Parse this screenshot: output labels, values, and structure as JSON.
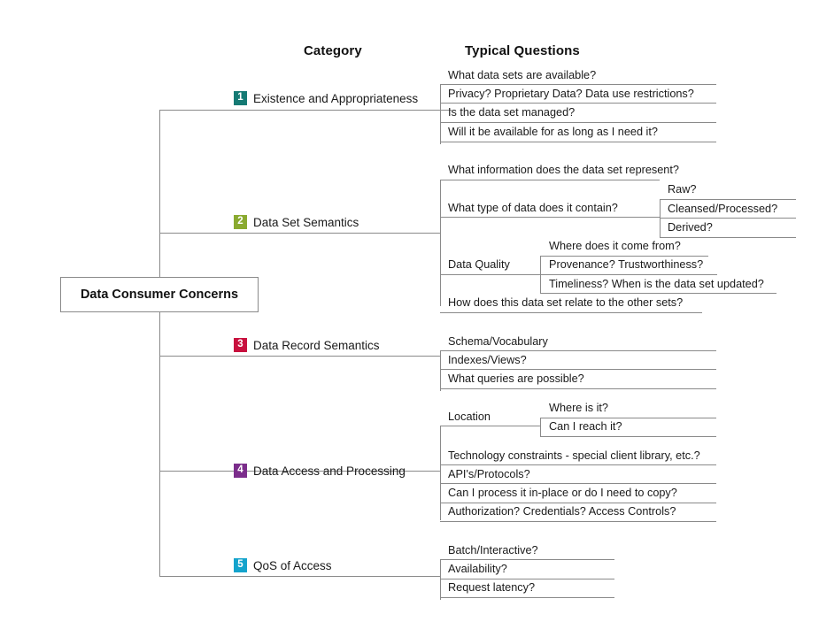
{
  "headers": {
    "category": "Category",
    "questions": "Typical Questions"
  },
  "root": {
    "label": "Data Consumer Concerns"
  },
  "badge_colors": {
    "1": "#157a74",
    "2": "#8aaa30",
    "3": "#c8103e",
    "4": "#7b2d8b",
    "5": "#14a3cc"
  },
  "categories": [
    {
      "number": "1",
      "label": "Existence and Appropriateness",
      "color": "#157a74",
      "questions": [
        {
          "text": "What data sets are available?"
        },
        {
          "text": "Privacy? Proprietary Data? Data use restrictions?"
        },
        {
          "text": "Is the data set managed?"
        },
        {
          "text": "Will it be available for as long as I need it?"
        }
      ]
    },
    {
      "number": "2",
      "label": "Data Set Semantics",
      "color": "#8aaa30",
      "questions": [
        {
          "text": "What information does the data set represent?"
        },
        {
          "text": "What type of  data does it contain?",
          "children": [
            {
              "text": "Raw?"
            },
            {
              "text": "Cleansed/Processed?"
            },
            {
              "text": "Derived?"
            }
          ]
        },
        {
          "text": "Data Quality",
          "children": [
            {
              "text": "Where does it come from?"
            },
            {
              "text": "Provenance? Trustworthiness?"
            },
            {
              "text": "Timeliness? When is the data set updated?"
            }
          ]
        },
        {
          "text": "How does this data set relate to the other sets?"
        }
      ]
    },
    {
      "number": "3",
      "label": "Data Record Semantics",
      "color": "#c8103e",
      "questions": [
        {
          "text": "Schema/Vocabulary"
        },
        {
          "text": "Indexes/Views?"
        },
        {
          "text": "What queries are possible?"
        }
      ]
    },
    {
      "number": "4",
      "label": "Data Access and Processing",
      "color": "#7b2d8b",
      "questions": [
        {
          "text": "Location",
          "children": [
            {
              "text": "Where is it?"
            },
            {
              "text": "Can I reach it?"
            }
          ]
        },
        {
          "text": "Technology constraints - special client library, etc.?"
        },
        {
          "text": "API's/Protocols?"
        },
        {
          "text": "Can I process it in-place or do I need to copy?"
        },
        {
          "text": "Authorization? Credentials? Access Controls?"
        }
      ]
    },
    {
      "number": "5",
      "label": "QoS of Access",
      "color": "#14a3cc",
      "questions": [
        {
          "text": "Batch/Interactive?"
        },
        {
          "text": "Availability?"
        },
        {
          "text": "Request latency?"
        }
      ]
    }
  ]
}
